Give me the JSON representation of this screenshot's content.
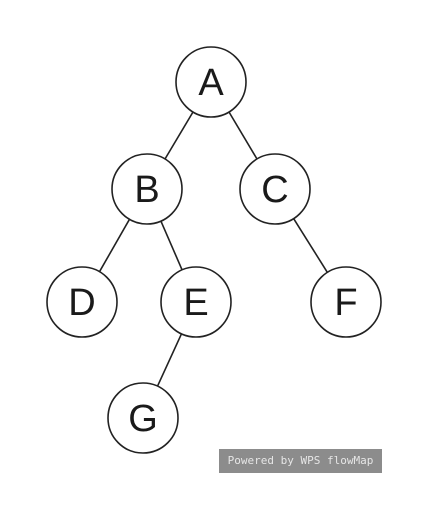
{
  "tree": {
    "nodes": [
      {
        "id": "A",
        "label": "A"
      },
      {
        "id": "B",
        "label": "B"
      },
      {
        "id": "C",
        "label": "C"
      },
      {
        "id": "D",
        "label": "D"
      },
      {
        "id": "E",
        "label": "E"
      },
      {
        "id": "F",
        "label": "F"
      },
      {
        "id": "G",
        "label": "G"
      }
    ],
    "edges": [
      {
        "from": "A",
        "to": "B"
      },
      {
        "from": "A",
        "to": "C"
      },
      {
        "from": "B",
        "to": "D"
      },
      {
        "from": "B",
        "to": "E"
      },
      {
        "from": "C",
        "to": "F"
      },
      {
        "from": "E",
        "to": "G"
      }
    ]
  },
  "watermark": {
    "text": "Powered by WPS flowMap"
  },
  "colors": {
    "stroke": "#222222",
    "node_fill": "#ffffff",
    "watermark_bg": "#8c8c8c"
  }
}
